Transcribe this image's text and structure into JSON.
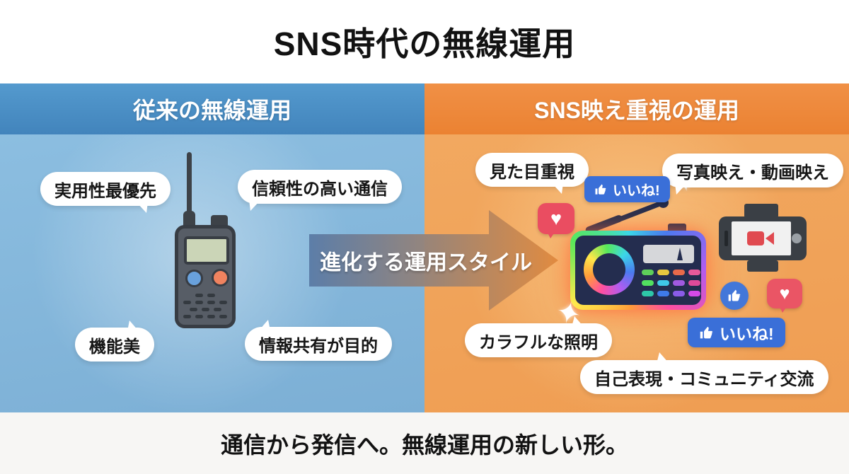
{
  "title": "SNS時代の無線運用",
  "footer": "通信から発信へ。無線運用の新しい形。",
  "arrow": {
    "label": "進化する運用スタイル"
  },
  "left_panel": {
    "header": "従来の無線運用",
    "bubble_top_left": "実用性最優先",
    "bubble_top_right": "信頼性の高い通信",
    "bubble_bottom_left": "機能美",
    "bubble_bottom_right": "情報共有が目的"
  },
  "right_panel": {
    "header": "SNS映え重視の運用",
    "bubble_top_left": "見た目重視",
    "bubble_top_right": "写真映え・動画映え",
    "bubble_bottom_left": "カラフルな照明",
    "bubble_bottom_right": "自己表現・コミュニティ交流",
    "like_label": "いいね!"
  },
  "glyphs": {
    "heart": "♥",
    "sparkle": "✦"
  },
  "colors": {
    "left_header": "#4a8cc2",
    "left_bg": "#86b8dd",
    "right_header": "#ee8636",
    "right_bg": "#f1a75f",
    "like_blue": "#3a6fd8",
    "heart_red": "#ea4d61",
    "arrow_slate": "#5a7ba6",
    "arrow_orange": "#df8a40"
  }
}
